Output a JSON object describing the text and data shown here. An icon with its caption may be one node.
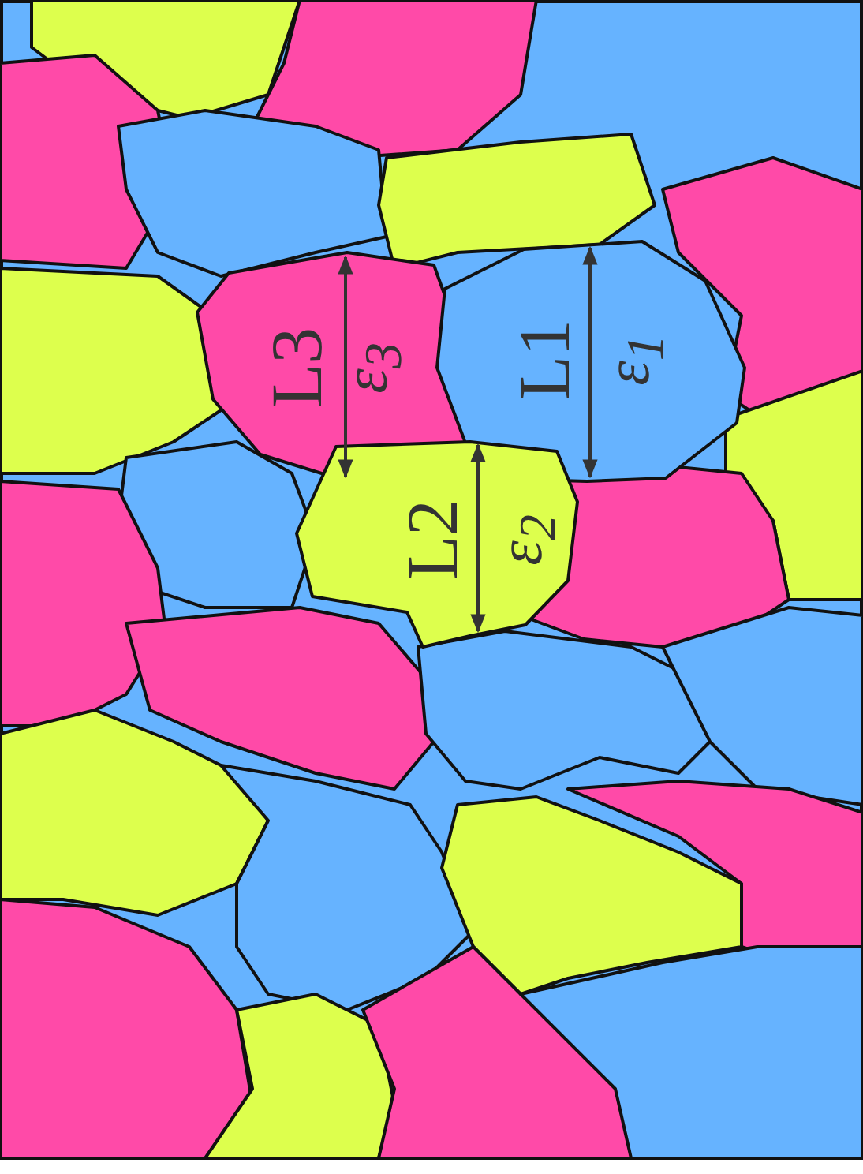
{
  "diagram": {
    "labels": [
      "L3",
      "ε$_{3}$",
      "L1",
      "ε$_{1}$",
      "L2",
      "ε$_{2}$"
    ]
  }
}
